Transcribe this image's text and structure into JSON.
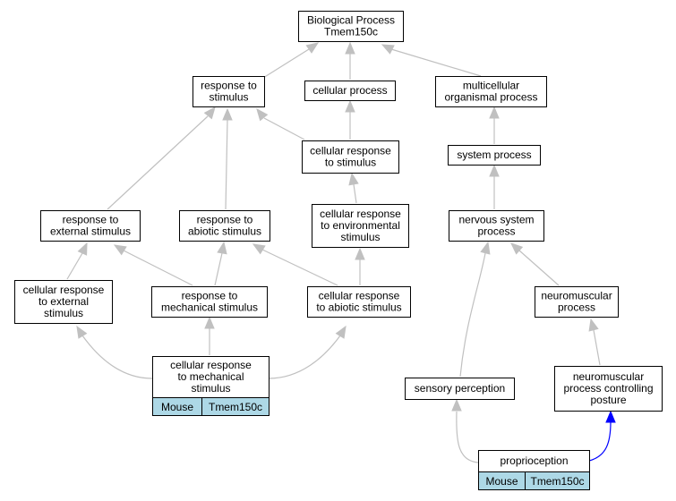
{
  "colors": {
    "edge_gray": "#c0c0c0",
    "edge_blue": "#0000ff",
    "gene_fill": "#add8e6",
    "node_fill": "#ffffff",
    "border": "#000000"
  },
  "nodes": {
    "bp_root": {
      "lines": [
        "Biological Process",
        "Tmem150c"
      ]
    },
    "resp_stim": {
      "lines": [
        "response to",
        "stimulus"
      ]
    },
    "cell_proc": {
      "lines": [
        "cellular process"
      ]
    },
    "multi_org": {
      "lines": [
        "multicellular",
        "organismal process"
      ]
    },
    "cell_resp_stim": {
      "lines": [
        "cellular response",
        "to stimulus"
      ]
    },
    "sys_proc": {
      "lines": [
        "system process"
      ]
    },
    "resp_ext": {
      "lines": [
        "response to",
        "external stimulus"
      ]
    },
    "resp_abio": {
      "lines": [
        "response to",
        "abiotic stimulus"
      ]
    },
    "cell_resp_env": {
      "lines": [
        "cellular response",
        "to environmental",
        "stimulus"
      ]
    },
    "nerv_sys": {
      "lines": [
        "nervous system",
        "process"
      ]
    },
    "cell_resp_ext": {
      "lines": [
        "cellular response",
        "to external",
        "stimulus"
      ]
    },
    "resp_mech": {
      "lines": [
        "response to",
        "mechanical stimulus"
      ]
    },
    "cell_resp_abio": {
      "lines": [
        "cellular response",
        "to abiotic stimulus"
      ]
    },
    "neuromusc": {
      "lines": [
        "neuromuscular",
        "process"
      ]
    },
    "cell_resp_mech": {
      "lines": [
        "cellular response",
        "to mechanical",
        "stimulus"
      ],
      "genes": [
        "Mouse",
        "Tmem150c"
      ]
    },
    "sens_perc": {
      "lines": [
        "sensory perception"
      ]
    },
    "neuromusc_post": {
      "lines": [
        "neuromuscular",
        "process controlling",
        "posture"
      ]
    },
    "propriocep": {
      "lines": [
        "proprioception"
      ],
      "genes": [
        "Mouse",
        "Tmem150c"
      ]
    }
  },
  "edges": [
    {
      "from": "resp_stim",
      "to": "bp_root"
    },
    {
      "from": "cell_proc",
      "to": "bp_root"
    },
    {
      "from": "multi_org",
      "to": "bp_root"
    },
    {
      "from": "cell_resp_stim",
      "to": "resp_stim"
    },
    {
      "from": "cell_resp_stim",
      "to": "cell_proc"
    },
    {
      "from": "sys_proc",
      "to": "multi_org"
    },
    {
      "from": "resp_ext",
      "to": "resp_stim"
    },
    {
      "from": "resp_abio",
      "to": "resp_stim"
    },
    {
      "from": "cell_resp_env",
      "to": "cell_resp_stim"
    },
    {
      "from": "nerv_sys",
      "to": "sys_proc"
    },
    {
      "from": "cell_resp_ext",
      "to": "resp_ext"
    },
    {
      "from": "resp_mech",
      "to": "resp_ext"
    },
    {
      "from": "resp_mech",
      "to": "resp_abio"
    },
    {
      "from": "cell_resp_abio",
      "to": "resp_abio"
    },
    {
      "from": "cell_resp_abio",
      "to": "cell_resp_env"
    },
    {
      "from": "neuromusc",
      "to": "nerv_sys"
    },
    {
      "from": "cell_resp_mech",
      "to": "cell_resp_ext"
    },
    {
      "from": "cell_resp_mech",
      "to": "resp_mech"
    },
    {
      "from": "cell_resp_mech",
      "to": "cell_resp_abio"
    },
    {
      "from": "sens_perc",
      "to": "nerv_sys"
    },
    {
      "from": "neuromusc_post",
      "to": "neuromusc"
    },
    {
      "from": "propriocep",
      "to": "sens_perc"
    },
    {
      "from": "propriocep",
      "to": "neuromusc_post",
      "highlight": true
    }
  ]
}
